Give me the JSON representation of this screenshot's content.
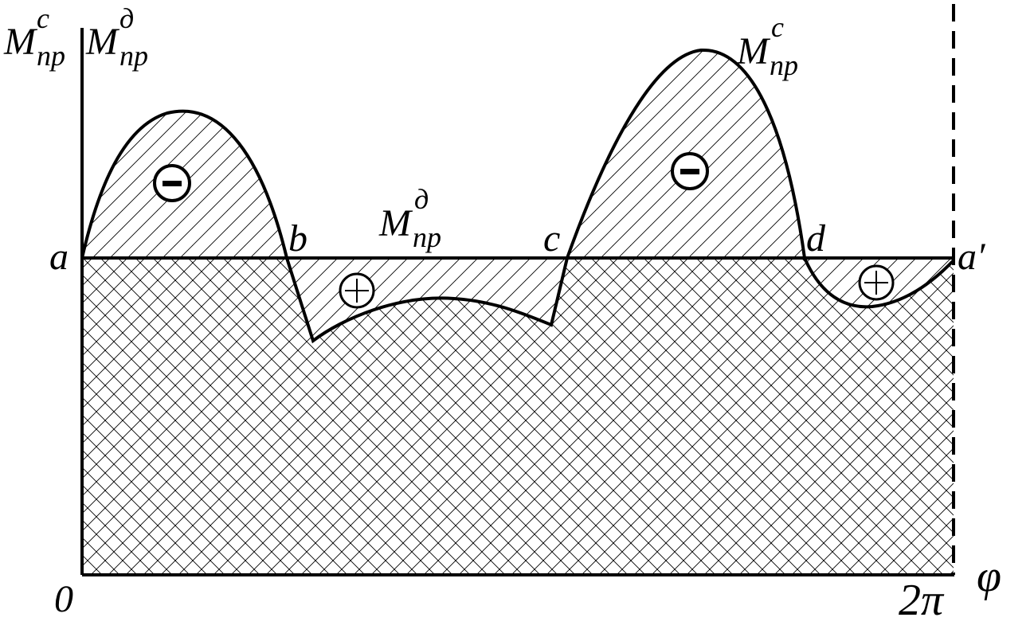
{
  "axes": {
    "y_label_main_1": "M",
    "y_label_sup_1": "c",
    "y_label_sub_1": "пр",
    "y_label_main_2": "M",
    "y_label_sup_2": "д",
    "y_label_sub_2": "пр",
    "x_label": "φ",
    "origin_label": "0",
    "x_end_label": "2π"
  },
  "points": {
    "a": "a",
    "a_prime": "a′",
    "b": "b",
    "c": "c",
    "d": "d"
  },
  "curves": {
    "driving_main": "M",
    "driving_sup": "д",
    "driving_sub": "пр",
    "resistance_main": "M",
    "resistance_sup": "c",
    "resistance_sub": "пр"
  },
  "region_signs": {
    "minus_1": "−",
    "plus_1": "+",
    "minus_2": "−",
    "plus_2": "+"
  }
}
